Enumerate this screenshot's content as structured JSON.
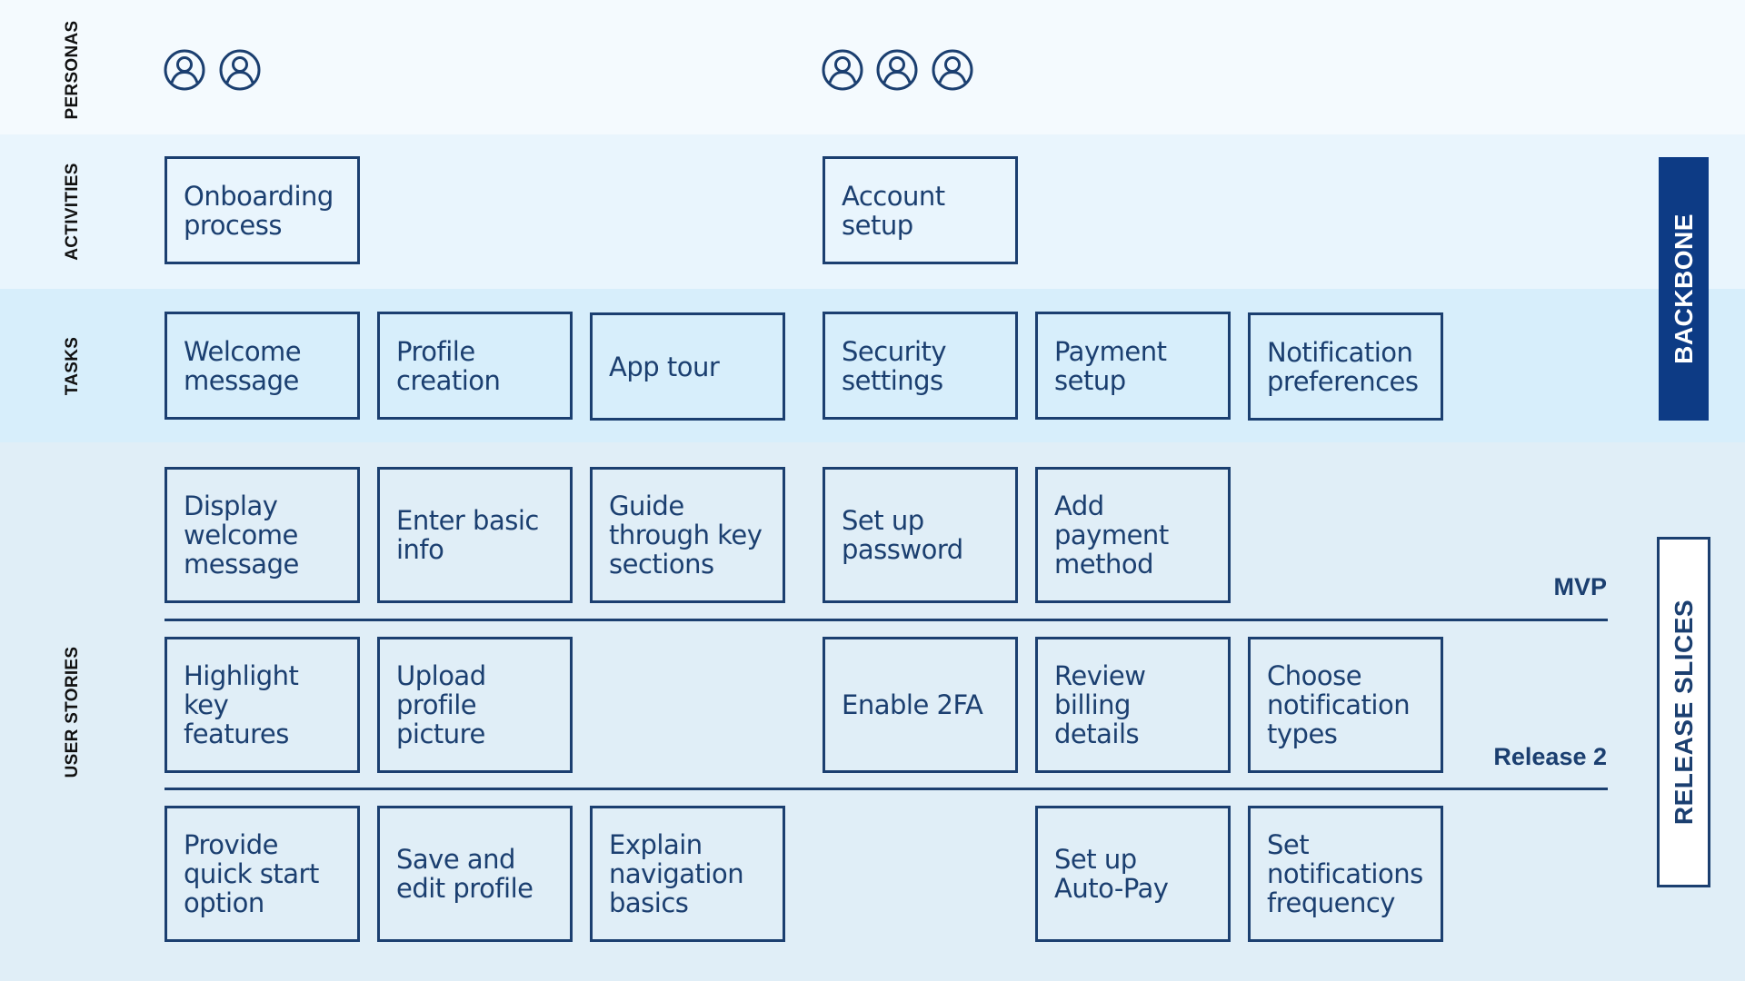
{
  "rows": {
    "personas": "PERSONAS",
    "activities": "ACTIVITIES",
    "tasks": "TASKS",
    "user_stories": "USER STORIES"
  },
  "personas": {
    "group1_count": 2,
    "group2_count": 3,
    "icon": "user-circle-icon"
  },
  "activities": [
    {
      "label": "Onboarding\nprocess"
    },
    {
      "label": "Account\nsetup"
    }
  ],
  "tasks": [
    {
      "label": "Welcome\nmessage"
    },
    {
      "label": "Profile\ncreation"
    },
    {
      "label": "App tour"
    },
    {
      "label": "Security\nsettings"
    },
    {
      "label": "Payment\nsetup"
    },
    {
      "label": "Notification\npreferences"
    }
  ],
  "stories": {
    "mvp": [
      {
        "label": "Display\nwelcome\nmessage"
      },
      {
        "label": "Enter basic\ninfo"
      },
      {
        "label": "Guide\nthrough key\nsections"
      },
      {
        "label": "Set up\npassword"
      },
      {
        "label": "Add\npayment\nmethod"
      }
    ],
    "release2": [
      {
        "label": "Highlight\nkey features"
      },
      {
        "label": "Upload\nprofile\npicture"
      },
      {
        "label": "Enable 2FA"
      },
      {
        "label": "Review\nbilling\ndetails"
      },
      {
        "label": "Choose\nnotification\ntypes"
      }
    ],
    "release3": [
      {
        "label": "Provide\nquick start\noption"
      },
      {
        "label": "Save and\nedit profile"
      },
      {
        "label": "Explain\nnavigation\nbasics"
      },
      {
        "label": "Set up\nAuto-Pay"
      },
      {
        "label": "Set\nnotifications\nfrequency"
      }
    ]
  },
  "slices": {
    "mvp": "MVP",
    "release2": "Release 2"
  },
  "side": {
    "backbone": "BACKBONE",
    "release_slices": "RELEASE SLICES"
  },
  "colors": {
    "navy": "#1b3f70",
    "backbone_fill": "#0d3b85",
    "personas_bg": "#f4fafe",
    "activities_bg": "#e9f5fd",
    "tasks_bg": "#d7eefb",
    "stories_bg": "#e0eef7"
  }
}
